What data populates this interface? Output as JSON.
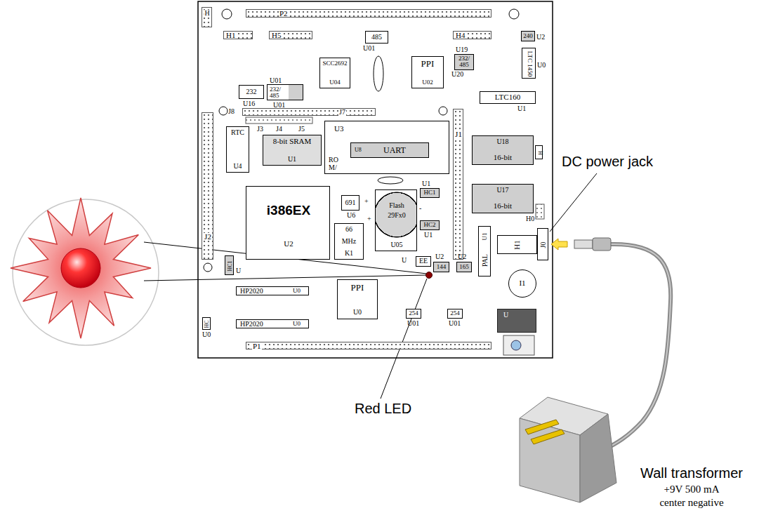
{
  "diagram": {
    "nodes": [
      {
        "text": [
          "H"
        ]
      },
      {
        "text": [
          "P2"
        ]
      },
      {
        "text": [
          "H1"
        ]
      },
      {
        "text": [
          "H5"
        ]
      },
      {
        "text": [
          "485"
        ]
      },
      {
        "text": [
          "H4"
        ]
      },
      {
        "text": [
          "240"
        ]
      },
      {
        "text": [
          "LTC 1450"
        ]
      },
      {
        "text": [
          "232/ 485"
        ]
      },
      {
        "text": [
          "SCC2692",
          "U04"
        ]
      },
      {
        "text": [
          "PPI",
          "U02"
        ]
      },
      {
        "text": [
          "232"
        ]
      },
      {
        "text": [
          "232/ 485"
        ]
      },
      {
        "text": [
          "LTC160"
        ]
      },
      {
        "text": [
          "J7"
        ]
      },
      {
        "text": [
          "J1"
        ]
      },
      {
        "text": [
          "J2"
        ]
      },
      {
        "text": [
          "RTC",
          "U4"
        ]
      },
      {
        "text": [
          "8-bit SRAM",
          "U1"
        ]
      },
      {
        "text": [
          "U3",
          "RO M/"
        ]
      },
      {
        "text": [
          "U8",
          "UART"
        ],
        "in": 19
      },
      {
        "text": [
          "U18",
          "16-bit"
        ]
      },
      {
        "text": [
          "H"
        ]
      },
      {
        "text": [
          "U17",
          "16-bit"
        ]
      },
      {
        "text": [
          "i386EX",
          "U2"
        ]
      },
      {
        "text": [
          "691"
        ]
      },
      {
        "text": [
          "Flash",
          "29Fx0",
          "U05"
        ]
      },
      {
        "text": [
          "HC1"
        ]
      },
      {
        "text": [
          "HC2"
        ]
      },
      {
        "text": [
          "66",
          "MHz",
          "K1"
        ]
      },
      {
        "text": [
          "HC1"
        ]
      },
      {
        "text": [
          "U1",
          "PAL"
        ]
      },
      {
        "text": [
          "H1"
        ]
      },
      {
        "text": [
          "J0"
        ]
      },
      {
        "text": [
          "EE"
        ]
      },
      {
        "text": [
          "144"
        ]
      },
      {
        "text": [
          "165"
        ]
      },
      {
        "text": [
          "I1"
        ]
      },
      {
        "text": [
          "PPI",
          "U0"
        ]
      },
      {
        "text": [
          "HP2020",
          "U0"
        ]
      },
      {
        "text": [
          "HC"
        ]
      },
      {
        "text": [
          "254"
        ]
      },
      {
        "text": [
          "254"
        ]
      },
      {
        "text": [
          "HP2020",
          "U0"
        ]
      },
      {
        "text": [
          "U"
        ]
      },
      {
        "text": [
          "P1"
        ]
      }
    ],
    "labels": [
      "U01",
      "U2",
      "U19",
      "U0",
      "U20",
      "U01",
      "U16",
      "U01",
      "U1",
      "J8",
      "J3",
      "J4",
      "J5",
      "U1",
      "+",
      "U6",
      "-",
      "H0",
      "+",
      "U1",
      "U",
      "U2",
      "U2",
      "U",
      "U01",
      "U01",
      "U0",
      "DC power jack",
      "Red LED",
      "Wall transformer",
      "+9V 500 mA",
      "center negative"
    ]
  }
}
